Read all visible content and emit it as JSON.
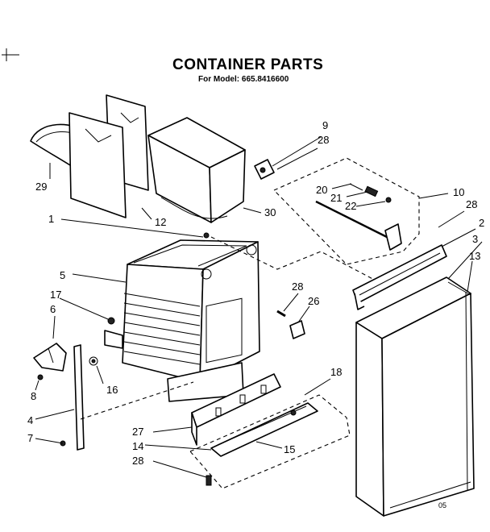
{
  "header": {
    "title": "CONTAINER PARTS",
    "subtitle": "For Model: 665.8416600"
  },
  "callouts": {
    "c1": "1",
    "c2": "2",
    "c3": "3",
    "c4": "4",
    "c5": "5",
    "c6": "6",
    "c7": "7",
    "c8": "8",
    "c9": "9",
    "c10": "10",
    "c12": "12",
    "c13": "13",
    "c14": "14",
    "c15": "15",
    "c16": "16",
    "c17": "17",
    "c18": "18",
    "c20": "20",
    "c21": "21",
    "c22": "22",
    "c26": "26",
    "c27": "27",
    "c28a": "28",
    "c28b": "28",
    "c28c": "28",
    "c28d": "28",
    "c29": "29",
    "c30": "30"
  },
  "corner_code": "05"
}
